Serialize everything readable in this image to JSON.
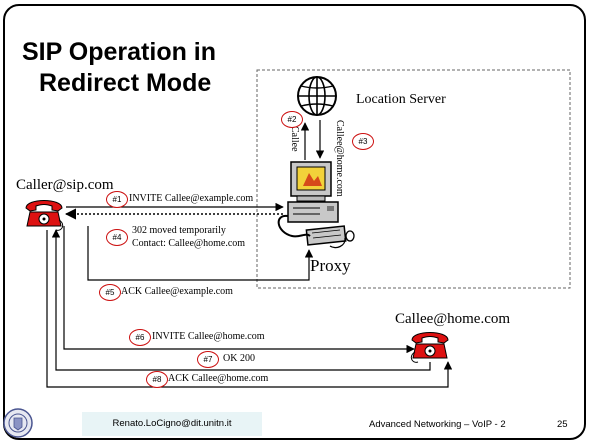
{
  "slide": {
    "title_line1": "SIP Operation in",
    "title_line2": "Redirect Mode"
  },
  "labels": {
    "location_server": "Location Server",
    "caller": "Caller@sip.com",
    "callee": "Callee@home.com",
    "proxy": "Proxy",
    "callee_vertical": "Callee",
    "callee_home_vertical": "Callee@home.com"
  },
  "steps": [
    {
      "num": "#1",
      "text": "INVITE Callee@example.com"
    },
    {
      "num": "#2",
      "text": ""
    },
    {
      "num": "#3",
      "text": ""
    },
    {
      "num": "#4",
      "text": "302 moved temporarily",
      "text2": "Contact: Callee@home.com"
    },
    {
      "num": "#5",
      "text": "ACK Callee@example.com"
    },
    {
      "num": "#6",
      "text": "INVITE Callee@home.com"
    },
    {
      "num": "#7",
      "text": "OK 200"
    },
    {
      "num": "#8",
      "text": "ACK Callee@home.com"
    }
  ],
  "footer": {
    "email": "Renato.LoCigno@dit.unitn.it",
    "course": "Advanced Networking – VoIP - 2",
    "page": "25"
  },
  "colors": {
    "phone_red": "#dd1111",
    "step_circle": "#cc1111",
    "footer_box": "#e8f4f6"
  },
  "icons": [
    "globe-icon",
    "telephone-icon",
    "computer-icon"
  ]
}
